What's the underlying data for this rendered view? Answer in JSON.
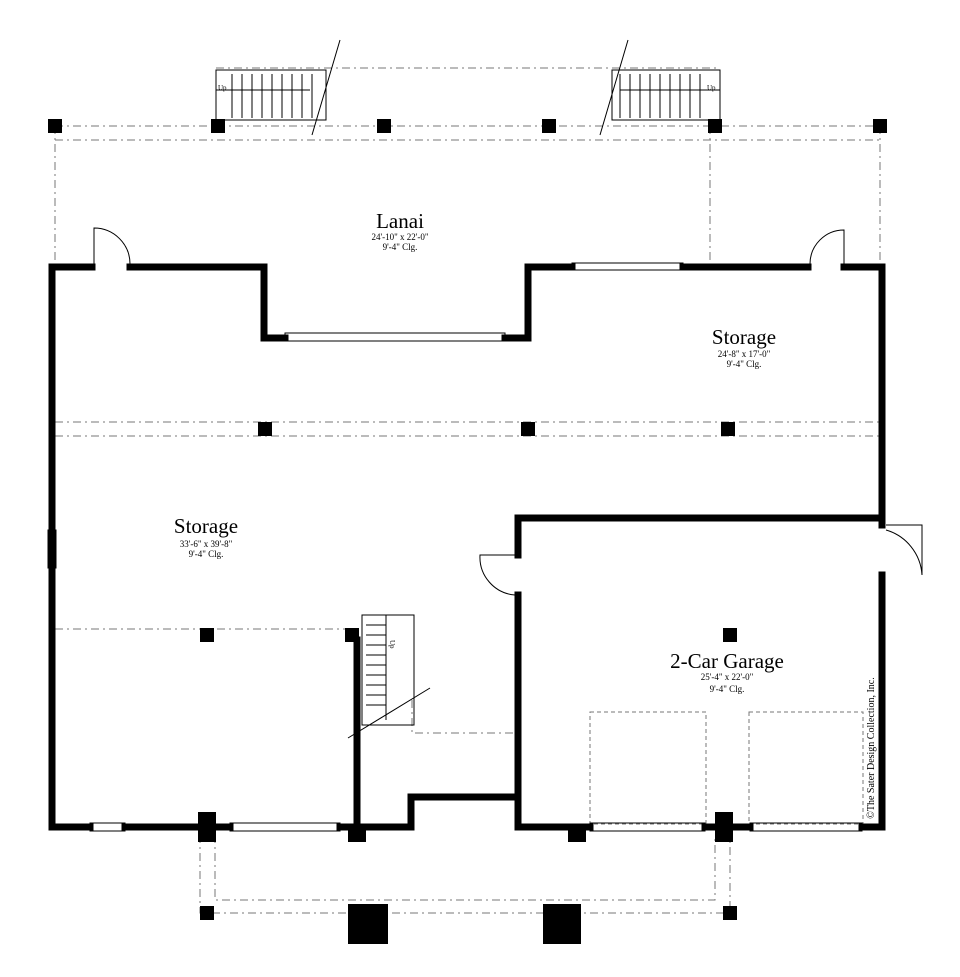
{
  "plan": {
    "rooms": [
      {
        "name": "Lanai",
        "dimensions": "24'-10\" x 22'-0\"",
        "ceiling": "9'-4\" Clg."
      },
      {
        "name": "Storage",
        "dimensions": "24'-8\" x 17'-0\"",
        "ceiling": "9'-4\" Clg."
      },
      {
        "name": "Storage",
        "dimensions": "33'-6\" x 39'-8\"",
        "ceiling": "9'-4\" Clg."
      },
      {
        "name": "2-Car Garage",
        "dimensions": "25'-4\" x 22'-0\"",
        "ceiling": "9'-4\" Clg."
      }
    ],
    "stair_label": "Up",
    "copyright": "©The Sater Design Collection, Inc."
  }
}
